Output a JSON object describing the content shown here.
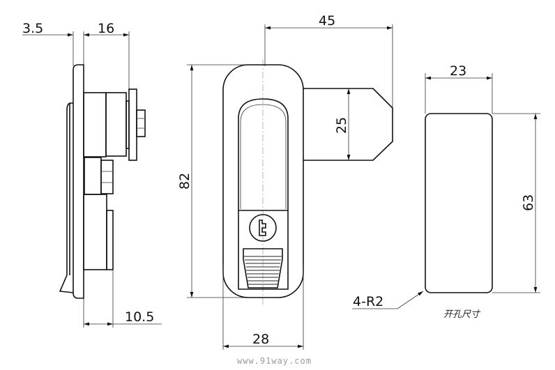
{
  "title": "Latch technical drawing",
  "side_view": {
    "dims": {
      "flange_thickness": "3.5",
      "body_depth": "16",
      "lower_depth": "10.5"
    }
  },
  "front_view": {
    "dims": {
      "height": "82",
      "width": "28",
      "overall_width": "45",
      "tongue_width": "25"
    }
  },
  "cutout_view": {
    "dims": {
      "width": "23",
      "height": "63",
      "corner_radius": "4-R2"
    },
    "note": "开孔尺寸"
  },
  "watermark": "www.91way.com"
}
